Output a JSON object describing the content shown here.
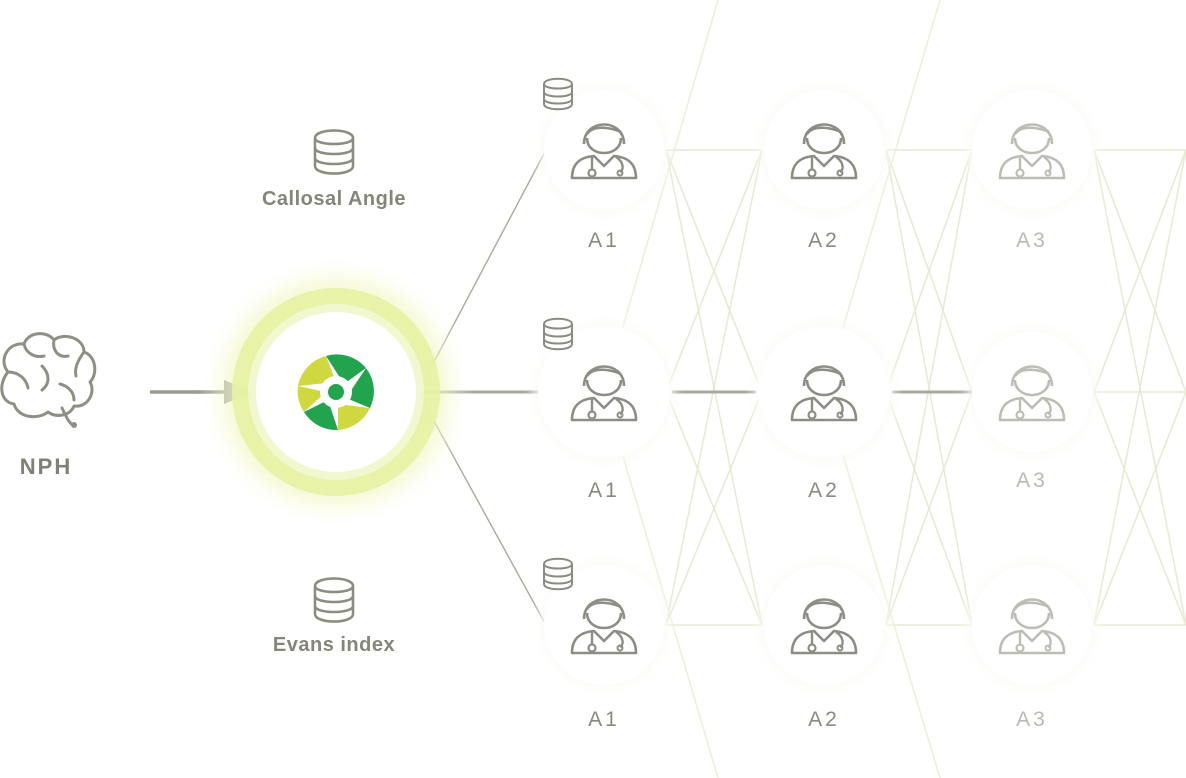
{
  "source": {
    "label": "NPH",
    "icon": "brain-icon"
  },
  "arrow": {
    "icon": "arrow-right-icon"
  },
  "hub": {
    "icon": "aperture-logo-icon",
    "colors": [
      "#22a44f",
      "#c6d83c"
    ]
  },
  "features": [
    {
      "label": "Callosal Angle",
      "icon": "database-icon"
    },
    {
      "label": "Evans index",
      "icon": "database-icon"
    }
  ],
  "columns": [
    {
      "label": "A1",
      "icon": "doctor-icon",
      "rows": 3
    },
    {
      "label": "A2",
      "icon": "doctor-icon",
      "rows": 3
    },
    {
      "label": "A3",
      "icon": "doctor-icon",
      "rows": 3
    }
  ],
  "colors": {
    "accent_glow": "#e4f19a",
    "line": "#e7e9d2",
    "text": "#858578"
  }
}
